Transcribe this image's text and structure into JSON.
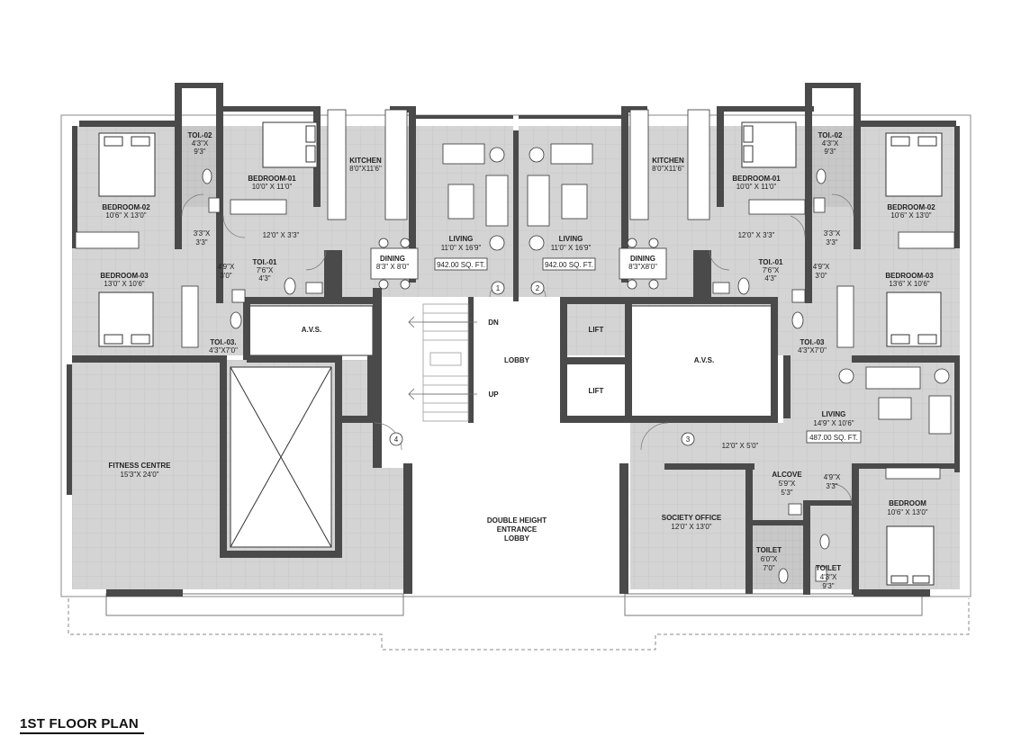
{
  "title": "1ST FLOOR PLAN",
  "rooms": {
    "bedroom02_l": {
      "name": "BEDROOM-02",
      "size": "10'6\" X 13'0\""
    },
    "toi02_l": {
      "name": "TOI.-02",
      "size1": "4'3\"X",
      "size2": "9'3\""
    },
    "bedroom01_l": {
      "name": "BEDROOM-01",
      "size": "10'0\" X 11'0\""
    },
    "kitchen_l": {
      "name": "KITCHEN",
      "size": "8'0\"X11'6\""
    },
    "living_l": {
      "name": "LIVING",
      "size": "11'0\" X 16'9\"",
      "area": "942.00 SQ. FT."
    },
    "dining_l": {
      "name": "DINING",
      "size": "8'3\" X 8'0\""
    },
    "passage1_l": {
      "size": "12'0\" X 3'3\""
    },
    "passage2_l": {
      "size1": "3'3\"X",
      "size2": "3'3\""
    },
    "passage3_l": {
      "size1": "4'9\"X",
      "size2": "3'0\""
    },
    "toi01_l": {
      "name": "TOI.-01",
      "size1": "7'6\"X",
      "size2": "4'3\""
    },
    "bedroom03_l": {
      "name": "BEDROOM-03",
      "size": "13'0\" X 10'6\""
    },
    "toi03_l": {
      "name": "TOI.-03.",
      "size": "4'3\"X7'0\""
    },
    "avs_l": {
      "name": "A.V.S."
    },
    "fitness": {
      "name": "FITNESS CENTRE",
      "size": "15'3\"X 24'0\""
    },
    "living_r": {
      "name": "LIVING",
      "size": "11'0\" X 16'9\"",
      "area": "942.00 SQ. FT."
    },
    "dining_r": {
      "name": "DINING",
      "size": "8'3\"X8'0\""
    },
    "kitchen_r": {
      "name": "KITCHEN",
      "size": "8'0\"X11'6\""
    },
    "bedroom01_r": {
      "name": "BEDROOM-01",
      "size": "10'0\" X 11'0\""
    },
    "toi02_r": {
      "name": "TOI.-02",
      "size1": "4'3\"X",
      "size2": "9'3\""
    },
    "bedroom02_r": {
      "name": "BEDROOM-02",
      "size": "10'6\" X 13'0\""
    },
    "passage1_r": {
      "size": "12'0\" X 3'3\""
    },
    "passage2_r": {
      "size1": "3'3\"X",
      "size2": "3'3\""
    },
    "toi01_r": {
      "name": "TOI.-01",
      "size1": "7'6\"X",
      "size2": "4'3\""
    },
    "passage3_r": {
      "size1": "4'9\"X",
      "size2": "3'0\""
    },
    "bedroom03_r": {
      "name": "BEDROOM-03",
      "size": "13'6\" X 10'6\""
    },
    "toi03_r": {
      "name": "TOI.-03",
      "size": "4'3\"X7'0\""
    },
    "avs_r": {
      "name": "A.V.S."
    },
    "living_s": {
      "name": "LIVING",
      "size": "14'9\" X 10'6\"",
      "area": "487.00 SQ. FT."
    },
    "passage_s": {
      "size": "12'0\" X 5'0\""
    },
    "alcove": {
      "name": "ALCOVE",
      "size1": "5'9\"X",
      "size2": "5'3\""
    },
    "passage_s2": {
      "size1": "4'9\"X",
      "size2": "3'3\""
    },
    "bedroom_s": {
      "name": "BEDROOM",
      "size": "10'6\" X 13'0\""
    },
    "society": {
      "name": "SOCIETY OFFICE",
      "size": "12'0\" X 13'0\""
    },
    "toilet_a": {
      "name": "TOILET",
      "size1": "6'0\"X",
      "size2": "7'0\""
    },
    "toilet_b": {
      "name": "TOILET",
      "size1": "4'3\"X",
      "size2": "9'3\""
    },
    "lift1": {
      "name": "LIFT"
    },
    "lift2": {
      "name": "LIFT"
    },
    "lobby": {
      "name": "LOBBY"
    },
    "stair": {
      "dn": "DN",
      "up": "UP"
    },
    "entrance": {
      "line1": "DOUBLE HEIGHT",
      "line2": "ENTRANCE",
      "line3": "LOBBY"
    }
  },
  "flat_numbers": [
    "1",
    "2",
    "3",
    "4"
  ]
}
